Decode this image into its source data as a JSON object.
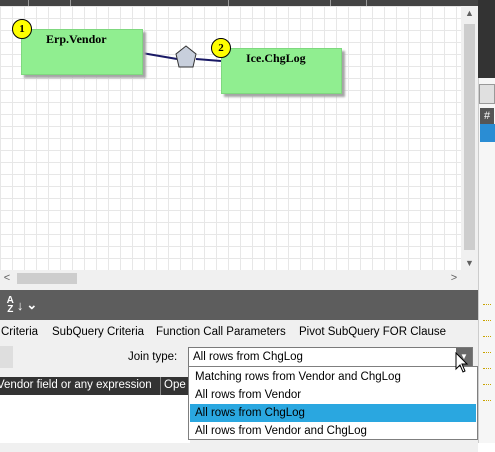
{
  "diagram": {
    "tables": [
      {
        "index": "1",
        "name": "Erp.Vendor"
      },
      {
        "index": "2",
        "name": "Ice.ChgLog"
      }
    ]
  },
  "toolbar": {
    "sort_icon": "sort-az-icon",
    "sort_caret": "⌄"
  },
  "tabs": [
    "Criteria",
    "SubQuery Criteria",
    "Function Call Parameters",
    "Pivot SubQuery FOR Clause"
  ],
  "join": {
    "label": "Join type:",
    "value": "All rows from ChgLog",
    "options": [
      "Matching rows from Vendor and ChgLog",
      "All rows from Vendor",
      "All rows from ChgLog",
      "All rows from Vendor and ChgLog"
    ],
    "selected_index": 2
  },
  "grid": {
    "columns": [
      "Vendor field or any expression",
      "Ope"
    ]
  },
  "right_panel": {
    "header": "#"
  },
  "colors": {
    "table_fill": "#90ee90",
    "badge": "#ffff00",
    "selection": "#2aa7e0",
    "toolbar": "#5d5d5d"
  }
}
